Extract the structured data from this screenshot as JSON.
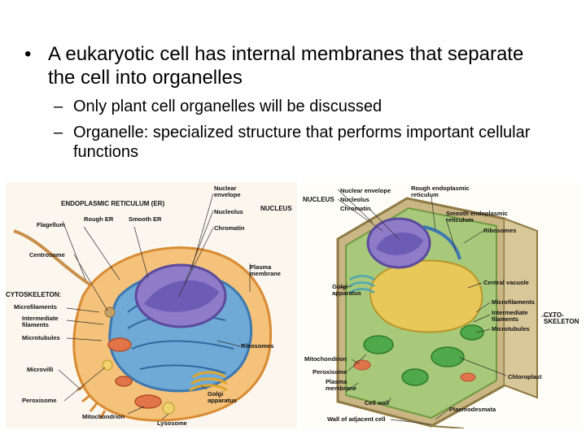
{
  "slide": {
    "bullet": "A eukaryotic cell has internal membranes that separate the cell into organelles",
    "bullet_mark": "•",
    "sub_mark": "–",
    "sub_bullets": [
      "Only plant cell organelles will be discussed",
      "Organelle: specialized structure that performs important cellular functions"
    ]
  },
  "animal_figure": {
    "labels": {
      "er_header": "ENDOPLASMIC RETICULUM (ER)",
      "rough_er": "Rough ER",
      "smooth_er": "Smooth ER",
      "flagellum": "Flagellum",
      "nuclear_envelope": "Nuclear envelope",
      "nucleolus": "Nucleolus",
      "chromatin": "Chromatin",
      "nucleus": "NUCLEUS",
      "centrosome": "Centrosome",
      "plasma_membrane": "Plasma membrane",
      "cytoskeleton": "CYTOSKELETON:",
      "microfilaments": "Microfilaments",
      "intermediate_filaments": "Intermediate filaments",
      "microtubules": "Microtubules",
      "ribosomes": "Ribosomes",
      "microvilli": "Microvilli",
      "golgi": "Golgi apparatus",
      "peroxisome": "Peroxisome",
      "mitochondrion": "Mitochondrion",
      "lysosome": "Lysosome"
    }
  },
  "plant_figure": {
    "labels": {
      "nuclear_envelope": "Nuclear envelope",
      "nucleolus": "Nucleolus",
      "chromatin": "Chromatin",
      "nucleus": "NUCLEUS",
      "rough_er": "Rough endoplasmic reticulum",
      "smooth_er": "Smooth endoplasmic reticulum",
      "ribosomes": "Ribosomes",
      "golgi": "Golgi apparatus",
      "central_vacuole": "Central vacuole",
      "microfilaments": "Microfilaments",
      "intermediate_filaments": "Intermediate filaments",
      "microtubules": "Microtubules",
      "cytoskeleton": "CYTO- SKELETON",
      "mitochondrion": "Mitochondrion",
      "peroxisome": "Peroxisome",
      "plasma_membrane": "Plasma membrane",
      "chloroplast": "Chloroplast",
      "cell_wall": "Cell wall",
      "plasmodesmata": "Plasmodesmata",
      "wall_adjacent": "Wall of adjacent cell"
    }
  }
}
